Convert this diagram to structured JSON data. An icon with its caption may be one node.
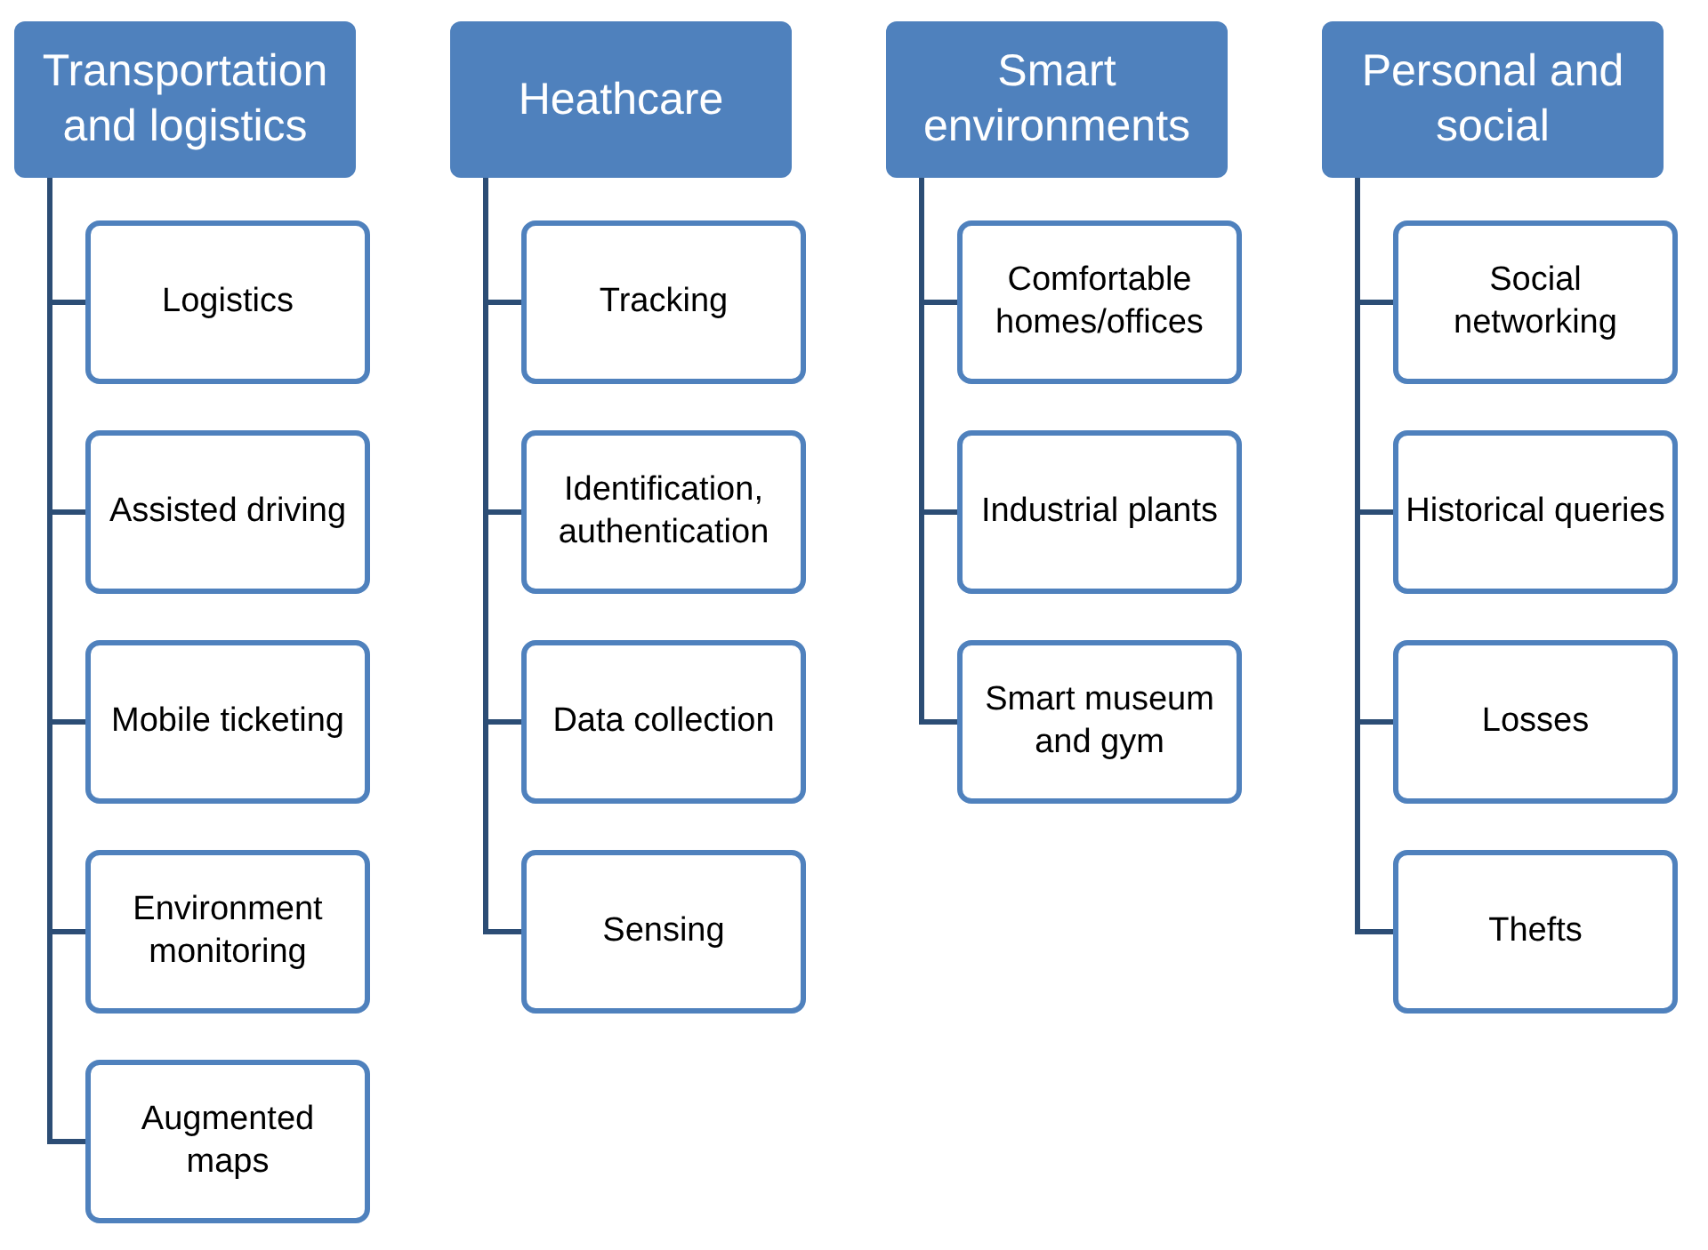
{
  "diagram": {
    "nodes": [
      {
        "text": [
          "Transportation and logistics"
        ]
      },
      {
        "text": [
          "Logistics"
        ]
      },
      {
        "text": [
          "Assisted driving"
        ]
      },
      {
        "text": [
          "Mobile ticketing"
        ]
      },
      {
        "text": [
          "Environment monitoring"
        ]
      },
      {
        "text": [
          "Augmented maps"
        ]
      },
      {
        "text": [
          "Heathcare"
        ]
      },
      {
        "text": [
          "Tracking"
        ]
      },
      {
        "text": [
          "Identification, authentication"
        ]
      },
      {
        "text": [
          "Data collection"
        ]
      },
      {
        "text": [
          "Sensing"
        ]
      },
      {
        "text": [
          "Smart environments"
        ]
      },
      {
        "text": [
          "Comfortable homes/offices"
        ]
      },
      {
        "text": [
          "Industrial plants"
        ]
      },
      {
        "text": [
          "Smart museum and gym"
        ]
      },
      {
        "text": [
          "Personal and social"
        ]
      },
      {
        "text": [
          "Social networking"
        ]
      },
      {
        "text": [
          "Historical queries"
        ]
      },
      {
        "text": [
          "Losses"
        ]
      },
      {
        "text": [
          "Thefts"
        ]
      }
    ],
    "edges": [
      {
        "from": 0,
        "to": 1,
        "arrow": "none"
      },
      {
        "from": 0,
        "to": 2,
        "arrow": "none"
      },
      {
        "from": 0,
        "to": 3,
        "arrow": "none"
      },
      {
        "from": 0,
        "to": 4,
        "arrow": "none"
      },
      {
        "from": 0,
        "to": 5,
        "arrow": "none"
      },
      {
        "from": 6,
        "to": 7,
        "arrow": "none"
      },
      {
        "from": 6,
        "to": 8,
        "arrow": "none"
      },
      {
        "from": 6,
        "to": 9,
        "arrow": "none"
      },
      {
        "from": 6,
        "to": 10,
        "arrow": "none"
      },
      {
        "from": 11,
        "to": 12,
        "arrow": "none"
      },
      {
        "from": 11,
        "to": 13,
        "arrow": "none"
      },
      {
        "from": 11,
        "to": 14,
        "arrow": "none"
      },
      {
        "from": 15,
        "to": 16,
        "arrow": "none"
      },
      {
        "from": 15,
        "to": 17,
        "arrow": "none"
      },
      {
        "from": 15,
        "to": 18,
        "arrow": "none"
      },
      {
        "from": 15,
        "to": 19,
        "arrow": "none"
      }
    ]
  }
}
